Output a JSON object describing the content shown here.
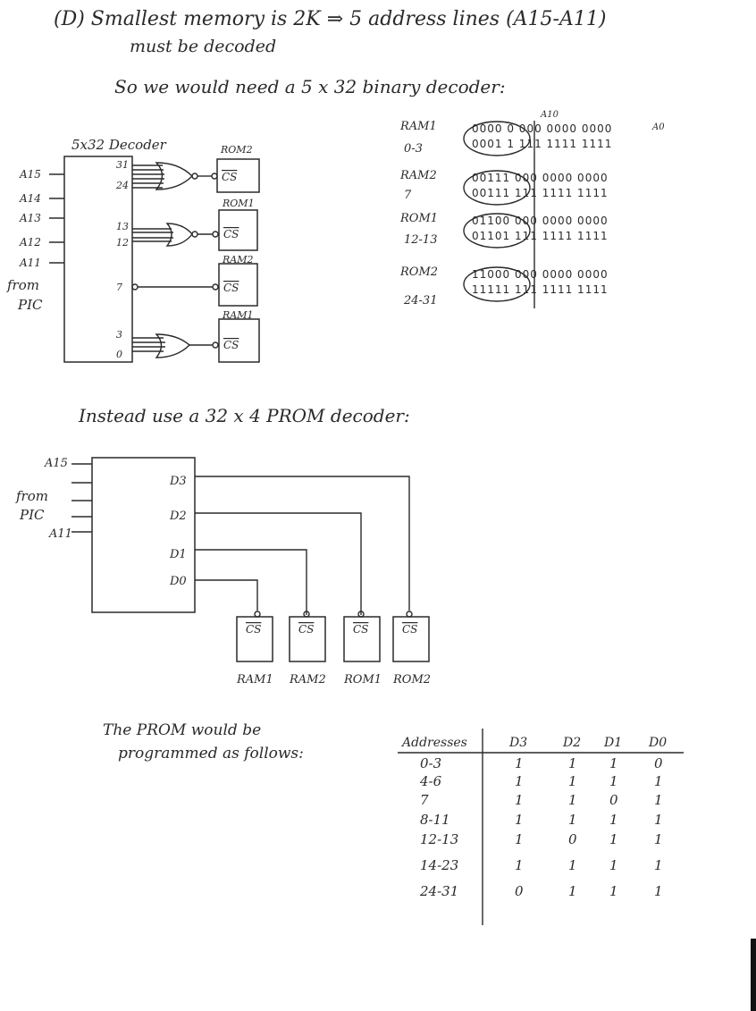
{
  "heading": {
    "line1": "(D)  Smallest memory is 2K ⇒ 5 address lines (A15-A11)",
    "line2": "must be decoded",
    "line3": "So we would need a 5 x 32 binary decoder:"
  },
  "decoder1": {
    "title": "5x32 Decoder",
    "inputs": [
      "A15",
      "A14",
      "A13",
      "A12",
      "A11"
    ],
    "from": "from",
    "pic": "PIC",
    "outputs": [
      "31",
      "24",
      "13",
      "12",
      "7",
      "3",
      "0"
    ],
    "chips": [
      {
        "name": "ROM2",
        "cs": "CS"
      },
      {
        "name": "ROM1",
        "cs": "CS"
      },
      {
        "name": "RAM2",
        "cs": "CS"
      },
      {
        "name": "RAM1",
        "cs": "CS"
      }
    ]
  },
  "address_map": {
    "a10_label": "A10",
    "a0_label": "A0",
    "rows": [
      {
        "name": "RAM1",
        "range": "0-3",
        "low": "0000 0 000 0000 0000",
        "high": "0001 1 111 1111 1111"
      },
      {
        "name": "RAM2",
        "range": "7",
        "low": "00111 000 0000 0000",
        "high": "00111 111 1111 1111"
      },
      {
        "name": "ROM1",
        "range": "12-13",
        "low": "01100 000 0000 0000",
        "high": "01101 111 1111 1111"
      },
      {
        "name": "ROM2",
        "range": "24-31",
        "low": "11000 000 0000 0000",
        "high": "11111 111 1111 1111"
      }
    ]
  },
  "section2": {
    "title": "Instead use a 32 x 4 PROM decoder:",
    "inputs_top": "A15",
    "inputs_bottom": "A11",
    "from": "from",
    "pic": "PIC",
    "outputs": [
      "D3",
      "D2",
      "D1",
      "D0"
    ],
    "chips": [
      {
        "name": "RAM1",
        "cs": "CS"
      },
      {
        "name": "RAM2",
        "cs": "CS"
      },
      {
        "name": "ROM1",
        "cs": "CS"
      },
      {
        "name": "ROM2",
        "cs": "CS"
      }
    ]
  },
  "prom": {
    "caption1": "The PROM would be",
    "caption2": "programmed as follows:",
    "headers": [
      "Addresses",
      "D3",
      "D2",
      "D1",
      "D0"
    ],
    "rows": [
      [
        "0-3",
        "1",
        "1",
        "1",
        "0"
      ],
      [
        "4-6",
        "1",
        "1",
        "1",
        "1"
      ],
      [
        "7",
        "1",
        "1",
        "0",
        "1"
      ],
      [
        "8-11",
        "1",
        "1",
        "1",
        "1"
      ],
      [
        "12-13",
        "1",
        "0",
        "1",
        "1"
      ],
      [
        "14-23",
        "1",
        "1",
        "1",
        "1"
      ],
      [
        "24-31",
        "0",
        "1",
        "1",
        "1"
      ]
    ]
  }
}
